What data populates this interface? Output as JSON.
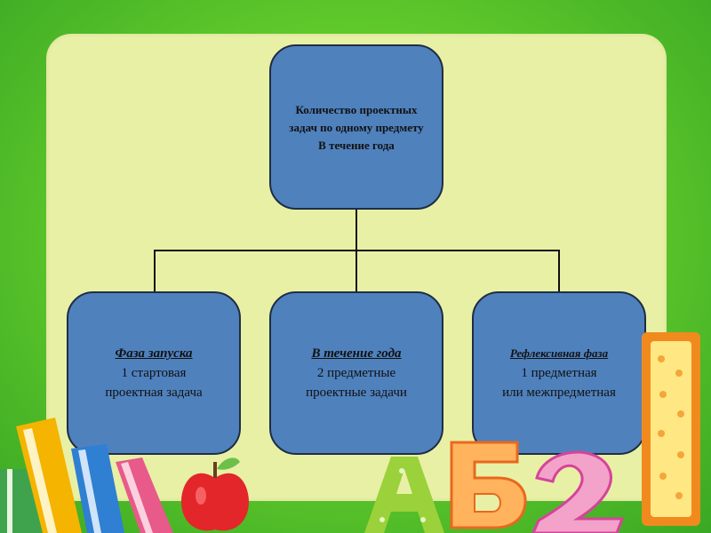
{
  "diagram": {
    "root": {
      "lines": [
        "Количество проектных",
        "задач по одному предмету",
        "В течение года"
      ]
    },
    "children": [
      {
        "title": "Фаза запуска",
        "lines": [
          "1 стартовая",
          "проектная задача"
        ]
      },
      {
        "title": "В течение года",
        "lines": [
          "2 предметные",
          "проектные задачи"
        ]
      },
      {
        "title": "Рефлексивная фаза",
        "lines": [
          "1 предметная",
          "или межпредметная"
        ]
      }
    ]
  },
  "decor": {
    "letters": [
      "А",
      "Б",
      "2"
    ],
    "items": [
      "books-stack",
      "apple",
      "block-letter-a",
      "block-letter-b",
      "block-number-2",
      "ruler-frame"
    ],
    "colors": {
      "background_green": "#5cc62a",
      "panel": "#e8f0a6",
      "box_fill": "#4f81bd",
      "box_border": "#1f2d44"
    }
  }
}
